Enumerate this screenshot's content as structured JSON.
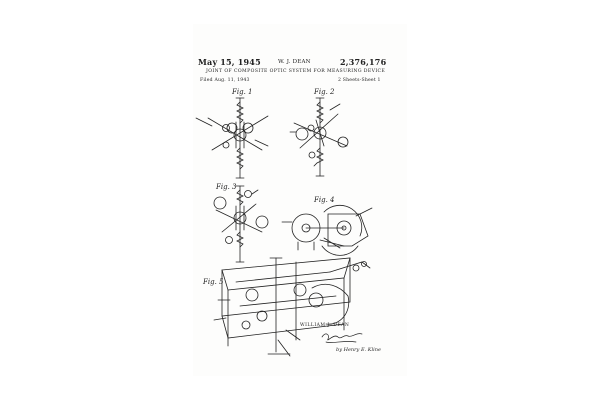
{
  "header": {
    "date": "May 15, 1945",
    "inventor": "W. J. DEAN",
    "patent_number": "2,376,176",
    "title": "JOINT OF COMPOSITE OPTIC SYSTEM FOR MEASURING DEVICE",
    "filed": "Filed Aug. 11, 1943",
    "sheets": "2 Sheets-Sheet 1"
  },
  "figures": {
    "fig1": "Fig. 1",
    "fig2": "Fig. 2",
    "fig3": "Fig. 3",
    "fig4": "Fig. 4",
    "fig5": "Fig. 5"
  },
  "signature": {
    "inventor_label": "WILLIAM J. DEAN",
    "signature": "William J. Dean",
    "by": "by Henry E. Kline"
  },
  "colors": {
    "ink": "#222222",
    "paper": "#fdfdfc"
  }
}
